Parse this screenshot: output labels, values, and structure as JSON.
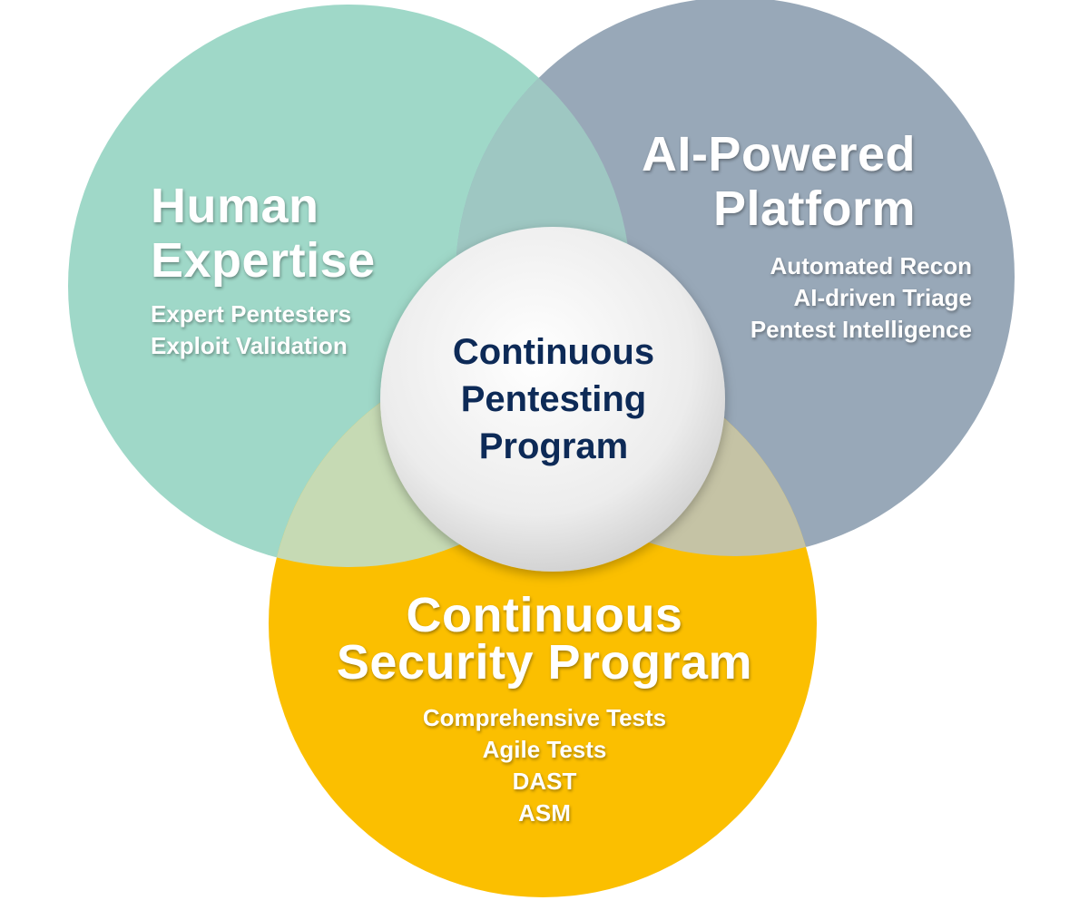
{
  "colors": {
    "human": "#9fd8c8",
    "ai": "#98a8b8",
    "csp": "#fbbf00",
    "overlap_human_ai": "#9ec7c2",
    "overlap_human_csp": "#c6dab4",
    "overlap_ai_csp": "#c5c3a5",
    "center_fill": "#eeeeee",
    "center_text": "#0d2a57",
    "label_text": "#ffffff"
  },
  "center": {
    "lines": [
      "Continuous",
      "Pentesting",
      "Program"
    ]
  },
  "sets": {
    "human": {
      "title_lines": [
        "Human",
        "Expertise"
      ],
      "items": [
        "Expert Pentesters",
        "Exploit Validation"
      ]
    },
    "ai": {
      "title_lines": [
        "AI-Powered",
        "Platform"
      ],
      "items": [
        "Automated Recon",
        "AI-driven Triage",
        "Pentest Intelligence"
      ]
    },
    "csp": {
      "title_lines": [
        "Continuous",
        "Security Program"
      ],
      "items": [
        "Comprehensive Tests",
        "Agile Tests",
        "DAST",
        "ASM"
      ]
    }
  }
}
